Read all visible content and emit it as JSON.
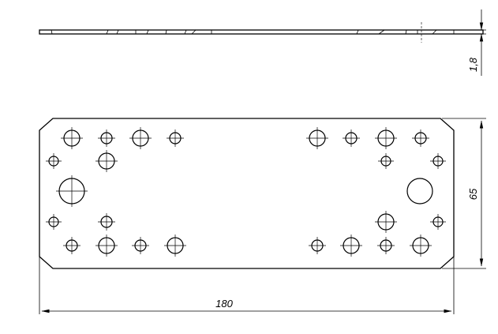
{
  "dimensions": {
    "width_label": "180",
    "height_label": "65",
    "thickness_label": "1,8"
  }
}
